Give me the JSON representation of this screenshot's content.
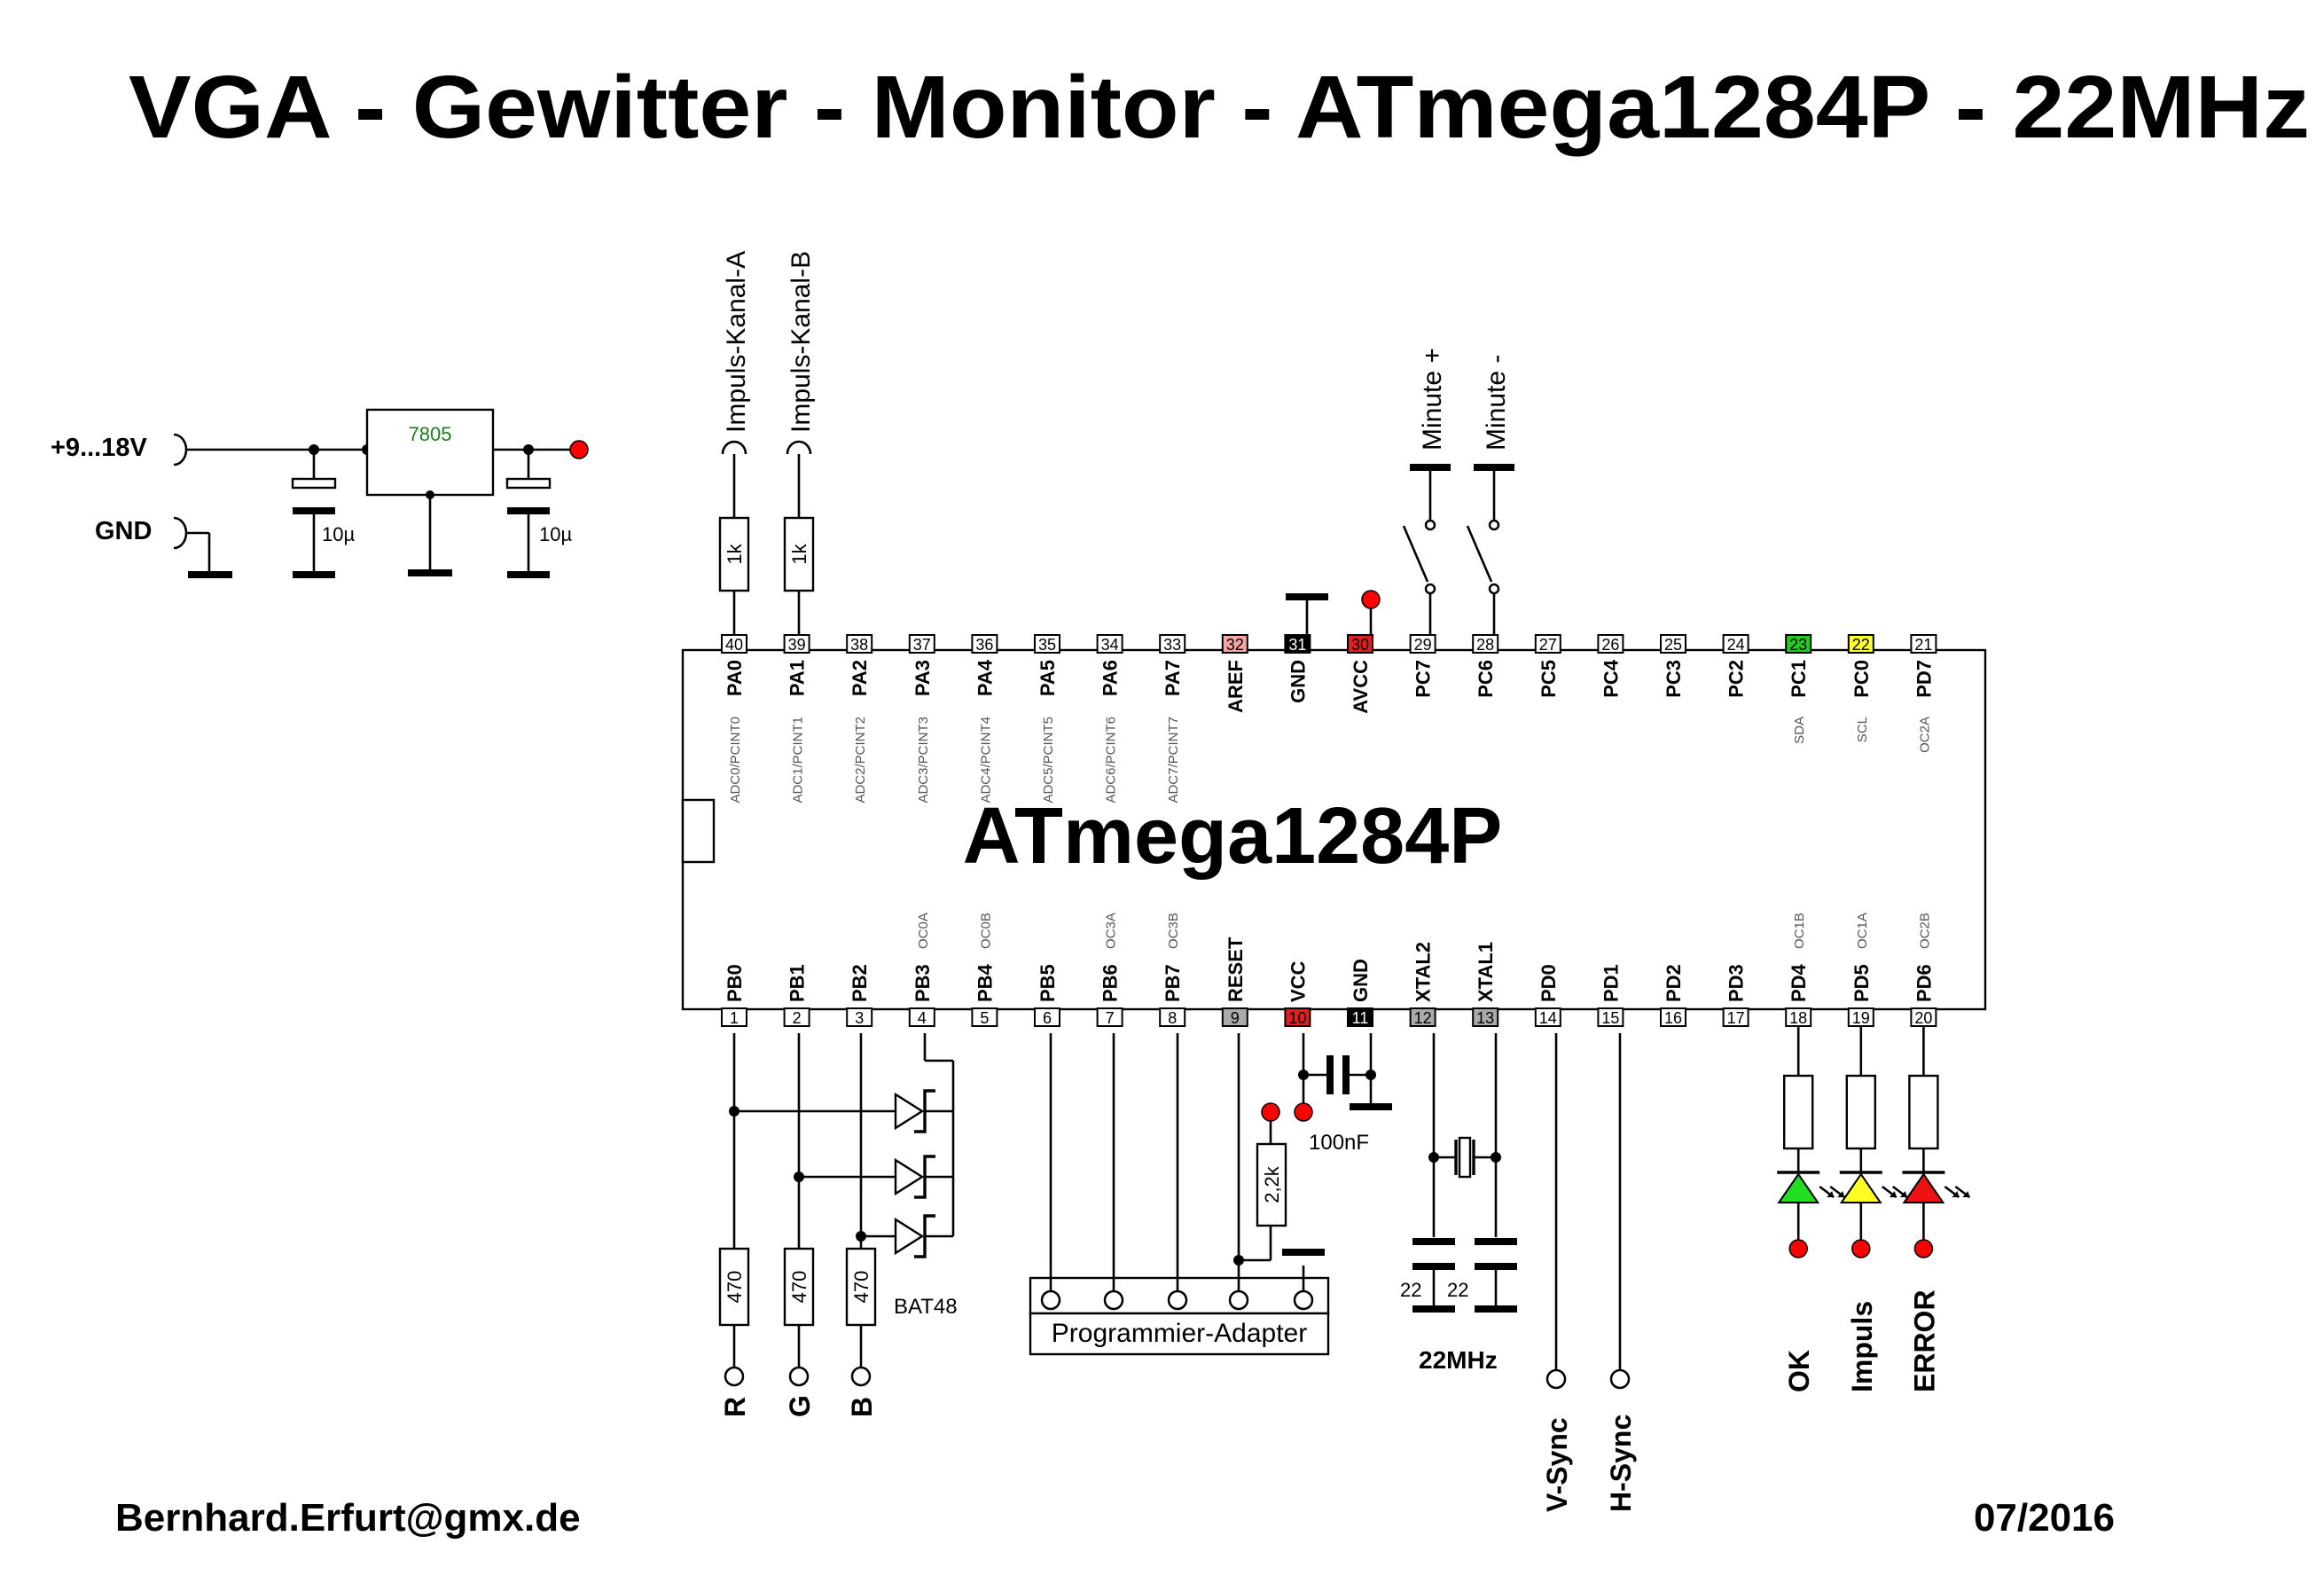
{
  "title": "VGA  - Gewitter - Monitor -  ATmega1284P - 22MHz",
  "chip": {
    "name": "ATmega1284P",
    "top_pins": [
      {
        "num": "40",
        "name": "PA0",
        "alt": "ADC0/PCINT0"
      },
      {
        "num": "39",
        "name": "PA1",
        "alt": "ADC1/PCINT1"
      },
      {
        "num": "38",
        "name": "PA2",
        "alt": "ADC2/PCINT2"
      },
      {
        "num": "37",
        "name": "PA3",
        "alt": "ADC3/PCINT3"
      },
      {
        "num": "36",
        "name": "PA4",
        "alt": "ADC4/PCINT4"
      },
      {
        "num": "35",
        "name": "PA5",
        "alt": "ADC5/PCINT5"
      },
      {
        "num": "34",
        "name": "PA6",
        "alt": "ADC6/PCINT6"
      },
      {
        "num": "33",
        "name": "PA7",
        "alt": "ADC7/PCINT7"
      },
      {
        "num": "32",
        "name": "AREF",
        "alt": "",
        "fill": "#f4a6a6"
      },
      {
        "num": "31",
        "name": "GND",
        "alt": "",
        "fill": "#000000"
      },
      {
        "num": "30",
        "name": "AVCC",
        "alt": "",
        "fill": "#e02020"
      },
      {
        "num": "29",
        "name": "PC7",
        "alt": ""
      },
      {
        "num": "28",
        "name": "PC6",
        "alt": ""
      },
      {
        "num": "27",
        "name": "PC5",
        "alt": ""
      },
      {
        "num": "26",
        "name": "PC4",
        "alt": ""
      },
      {
        "num": "25",
        "name": "PC3",
        "alt": ""
      },
      {
        "num": "24",
        "name": "PC2",
        "alt": ""
      },
      {
        "num": "23",
        "name": "PC1",
        "alt": "SDA",
        "fill": "#22cc22"
      },
      {
        "num": "22",
        "name": "PC0",
        "alt": "SCL",
        "fill": "#ffff33"
      },
      {
        "num": "21",
        "name": "PD7",
        "alt": "OC2A"
      }
    ],
    "bottom_pins": [
      {
        "num": "1",
        "name": "PB0",
        "alt": ""
      },
      {
        "num": "2",
        "name": "PB1",
        "alt": ""
      },
      {
        "num": "3",
        "name": "PB2",
        "alt": ""
      },
      {
        "num": "4",
        "name": "PB3",
        "alt": "OC0A"
      },
      {
        "num": "5",
        "name": "PB4",
        "alt": "OC0B"
      },
      {
        "num": "6",
        "name": "PB5",
        "alt": ""
      },
      {
        "num": "7",
        "name": "PB6",
        "alt": "OC3A"
      },
      {
        "num": "8",
        "name": "PB7",
        "alt": "OC3B"
      },
      {
        "num": "9",
        "name": "RESET",
        "alt": "",
        "fill": "#aaaaaa"
      },
      {
        "num": "10",
        "name": "VCC",
        "alt": "",
        "fill": "#e02020"
      },
      {
        "num": "11",
        "name": "GND",
        "alt": "",
        "fill": "#000000"
      },
      {
        "num": "12",
        "name": "XTAL2",
        "alt": "",
        "fill": "#aaaaaa"
      },
      {
        "num": "13",
        "name": "XTAL1",
        "alt": "",
        "fill": "#aaaaaa"
      },
      {
        "num": "14",
        "name": "PD0",
        "alt": ""
      },
      {
        "num": "15",
        "name": "PD1",
        "alt": ""
      },
      {
        "num": "16",
        "name": "PD2",
        "alt": ""
      },
      {
        "num": "17",
        "name": "PD3",
        "alt": ""
      },
      {
        "num": "18",
        "name": "PD4",
        "alt": "OC1B"
      },
      {
        "num": "19",
        "name": "PD5",
        "alt": "OC1A"
      },
      {
        "num": "20",
        "name": "PD6",
        "alt": "OC2B"
      }
    ]
  },
  "power": {
    "input_label": "+9...18V",
    "gnd_label": "GND",
    "regulator": "7805",
    "cap_left": "10µ",
    "cap_right": "10µ"
  },
  "inputs": {
    "kanal_a": "Impuls-Kanal-A",
    "kanal_b": "Impuls-Kanal-B",
    "res_a": "1k",
    "res_b": "1k",
    "minute_plus": "Minute +",
    "minute_minus": "Minute -"
  },
  "vga": {
    "res_r": "470",
    "res_g": "470",
    "res_b": "470",
    "diode_label": "BAT48",
    "label_r": "R",
    "label_g": "G",
    "label_b": "B",
    "vsync": "V-Sync",
    "hsync": "H-Sync"
  },
  "misc": {
    "programmer": "Programmier-Adapter",
    "reset_res": "2,2k",
    "decoupling_cap": "100nF",
    "xtal_cap_left": "22",
    "xtal_cap_right": "22",
    "crystal": "22MHz"
  },
  "leds": [
    {
      "label": "OK",
      "color": "#22dd22"
    },
    {
      "label": "Impuls",
      "color": "#ffff22"
    },
    {
      "label": "ERROR",
      "color": "#ee1111"
    }
  ],
  "footer": {
    "email": "Bernhard.Erfurt@gmx.de",
    "date": "07/2016"
  }
}
